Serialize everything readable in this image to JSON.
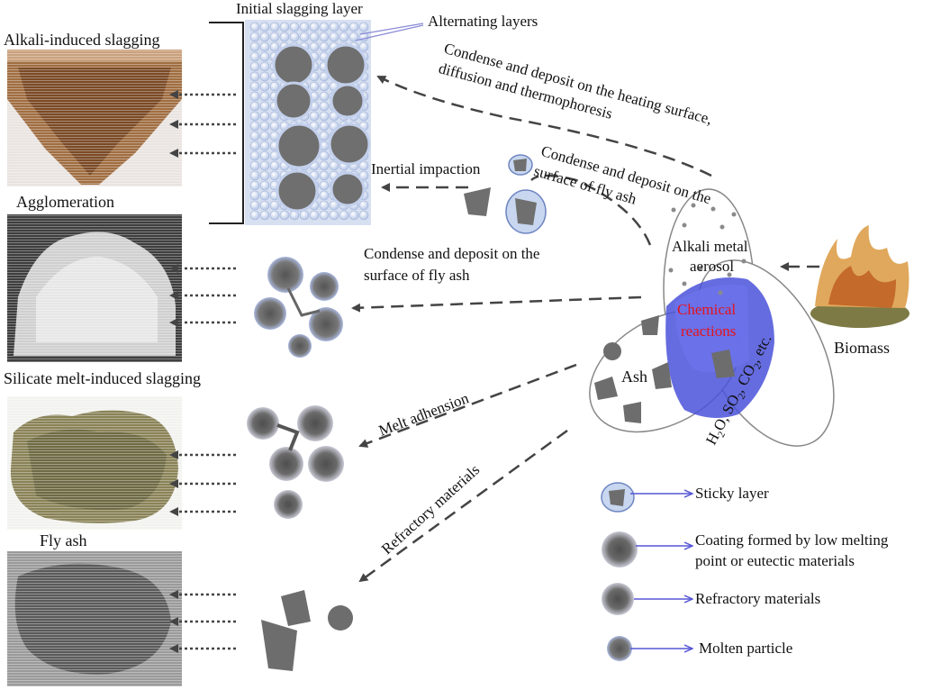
{
  "photos": {
    "alkali_slagging": "Alkali-induced slagging",
    "agglomeration": "Agglomeration",
    "silicate_slagging": "Silicate melt-induced slagging",
    "fly_ash": "Fly ash"
  },
  "labels": {
    "initial_layer": "Initial slagging layer",
    "alternating_layers": "Alternating layers",
    "condense_heating_1": "Condense and deposit on the heating surface,",
    "condense_heating_2": "diffusion and thermophoresis",
    "inertial_impaction": "Inertial impaction",
    "condense_flyash_top_1": "Condense and deposit on the",
    "condense_flyash_top_2": "surface of fly ash",
    "condense_flyash_mid_1": "Condense and deposit on the",
    "condense_flyash_mid_2": "surface of fly ash",
    "melt_adhension": "Melt adhension",
    "refractory_path": "Refractory materials",
    "aerosol_1": "Alkali metal",
    "aerosol_2": "aerosol",
    "chem_1": "Chemical",
    "chem_2": "reactions",
    "ash": "Ash",
    "gases": "H2O, SO2, CO2, etc.",
    "biomass": "Biomass"
  },
  "gases_parts": [
    "H",
    "2",
    "O, SO",
    "2",
    ", CO",
    "2",
    ", etc."
  ],
  "legend": [
    {
      "icon": "sticky-layer-icon",
      "text": [
        "Sticky layer"
      ]
    },
    {
      "icon": "coating-icon",
      "text": [
        "Coating formed by low melting",
        "point or eutectic materials"
      ]
    },
    {
      "icon": "refractory-icon",
      "text": [
        "Refractory materials"
      ]
    },
    {
      "icon": "molten-particle-icon",
      "text": [
        "Molten particle"
      ]
    }
  ],
  "colors": {
    "ellipse_blue": "#4a52d9",
    "legend_arrow": "#5656d6",
    "chem_text": "#e4141c",
    "particle_gray": "#6d6d6d",
    "sticky_blue": "#c8d6ef"
  }
}
